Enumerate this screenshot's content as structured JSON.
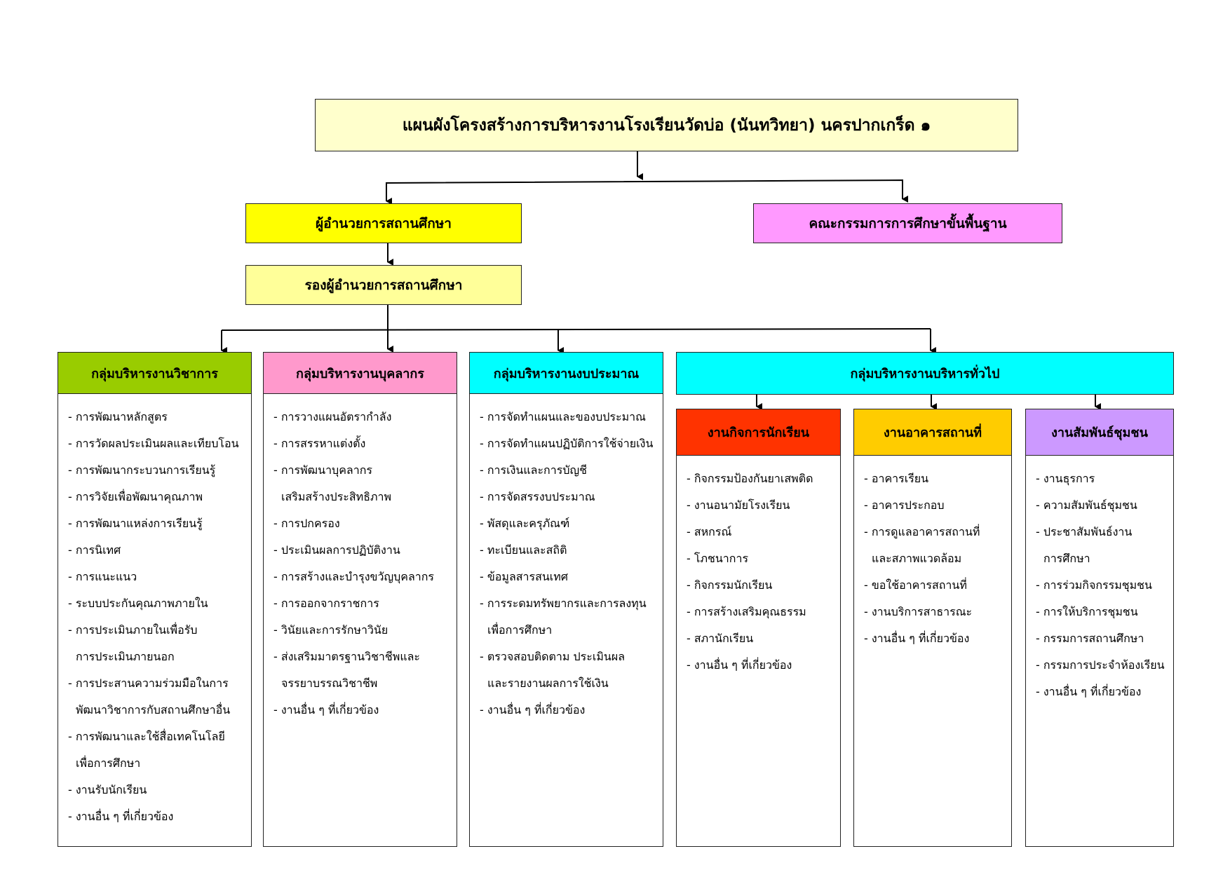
{
  "title": "แผนผังโครงสร้างการบริหารงานโรงเรียนวัดบ่อ (นันทวิทยา) นครปากเกร็ด ๑",
  "director": "ผู้อำนวยการสถานศึกษา",
  "committee": "คณะกรรมการการศึกษาขั้นพื้นฐาน",
  "deputy": "รองผู้อำนวยการสถานศึกษา",
  "colors": {
    "title": "#ffffcc",
    "director": "#ffff00",
    "committee": "#ff99ff",
    "deputy": "#ffff99",
    "academic": "#99cc00",
    "personnel": "#ff99cc",
    "budget": "#00ffff",
    "general": "#00ffff",
    "student_affairs": "#ff3300",
    "building": "#ffcc00",
    "community": "#cc99ff"
  },
  "groups": {
    "academic": {
      "title": "กลุ่มบริหารงานวิชาการ",
      "items": [
        "- การพัฒนาหลักสูตร",
        "- การวัดผลประเมินผลและเทียบโอน",
        "- การพัฒนากระบวนการเรียนรู้",
        "- การวิจัยเพื่อพัฒนาคุณภาพ",
        "- การพัฒนาแหล่งการเรียนรู้",
        "- การนิเทศ",
        "- การแนะแนว",
        "- ระบบประกันคุณภาพภายใน",
        "- การประเมินภายในเพื่อรับ",
        "การประเมินภายนอก",
        "- การประสานความร่วมมือในการ",
        "พัฒนาวิชาการกับสถานศึกษาอื่น",
        "- การพัฒนาและใช้สื่อเทคโนโลยี",
        "เพื่อการศึกษา",
        "- งานรับนักเรียน",
        "- งานอื่น ๆ ที่เกี่ยวข้อง"
      ]
    },
    "personnel": {
      "title": "กลุ่มบริหารงานบุคลากร",
      "items": [
        "- การวางแผนอัตรากำลัง",
        "- การสรรหาแต่งตั้ง",
        "- การพัฒนาบุคลากร",
        "เสริมสร้างประสิทธิภาพ",
        "- การปกครอง",
        "- ประเมินผลการปฏิบัติงาน",
        "- การสร้างและบำรุงขวัญบุคลากร",
        "- การออกจากราชการ",
        "- วินัยและการรักษาวินัย",
        "- ส่งเสริมมาตรฐานวิชาชีพและ",
        "จรรยาบรรณวิชาชีพ",
        "- งานอื่น ๆ ที่เกี่ยวข้อง"
      ]
    },
    "budget": {
      "title": "กลุ่มบริหารงานงบประมาณ",
      "items": [
        "- การจัดทำแผนและของบประมาณ",
        "- การจัดทำแผนปฏิบัติการใช้จ่ายเงิน",
        "- การเงินและการบัญชี",
        "- การจัดสรรงบประมาณ",
        "- พัสดุและครุภัณฑ์",
        "- ทะเบียนและสถิติ",
        "- ข้อมูลสารสนเทศ",
        "- การระดมทรัพยากรและการลงทุน",
        "เพื่อการศึกษา",
        "- ตรวจสอบติดตาม ประเมินผล",
        "และรายงานผลการใช้เงิน",
        "- งานอื่น ๆ ที่เกี่ยวข้อง"
      ]
    },
    "general": {
      "title": "กลุ่มบริหารงานบริหารทั่วไป",
      "student_affairs": {
        "title": "งานกิจการนักเรียน",
        "items": [
          "- กิจกรรมป้องกันยาเสพติด",
          "- งานอนามัยโรงเรียน",
          "- สหกรณ์",
          "- โภชนาการ",
          "- กิจกรรมนักเรียน",
          "- การสร้างเสริมคุณธรรม",
          "- สภานักเรียน",
          "- งานอื่น ๆ ที่เกี่ยวข้อง"
        ]
      },
      "building": {
        "title": "งานอาคารสถานที่",
        "items": [
          "- อาคารเรียน",
          "- อาคารประกอบ",
          "- การดูแลอาคารสถานที่",
          "และสภาพแวดล้อม",
          "- ขอใช้อาคารสถานที่",
          "- งานบริการสาธารณะ",
          "- งานอื่น ๆ ที่เกี่ยวข้อง"
        ]
      },
      "community": {
        "title": "งานสัมพันธ์ชุมชน",
        "items": [
          "- งานธุรการ",
          "- ความสัมพันธ์ชุมชน",
          "- ประชาสัมพันธ์งาน",
          "การศึกษา",
          "- การร่วมกิจกรรมชุมชน",
          "- การให้บริการชุมชน",
          "- กรรมการสถานศึกษา",
          "- กรรมการประจำห้องเรียน",
          "- งานอื่น ๆ ที่เกี่ยวข้อง"
        ]
      }
    }
  }
}
